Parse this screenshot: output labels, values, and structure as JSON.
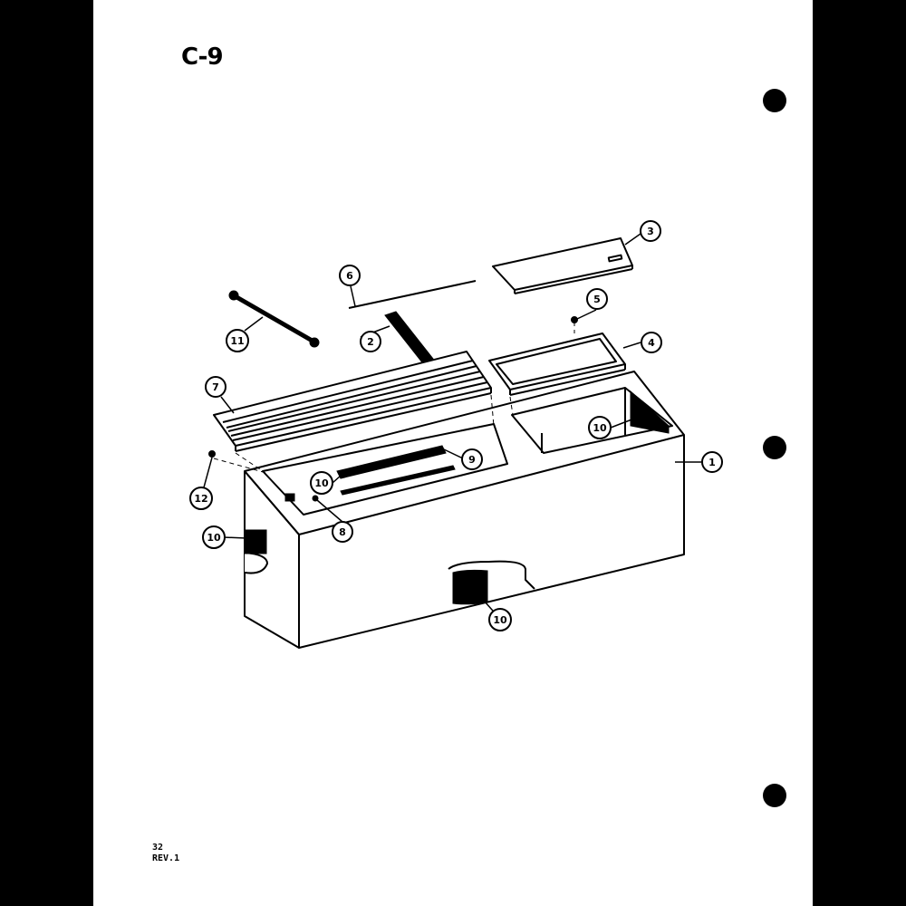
{
  "page": {
    "code": "C-9",
    "page_number": "32",
    "revision": "REV.1"
  },
  "callouts": [
    {
      "id": "c1",
      "label": "1"
    },
    {
      "id": "c2",
      "label": "2"
    },
    {
      "id": "c3",
      "label": "3"
    },
    {
      "id": "c4",
      "label": "4"
    },
    {
      "id": "c5",
      "label": "5"
    },
    {
      "id": "c6",
      "label": "6"
    },
    {
      "id": "c7",
      "label": "7"
    },
    {
      "id": "c8",
      "label": "8"
    },
    {
      "id": "c9",
      "label": "9"
    },
    {
      "id": "c10a",
      "label": "10"
    },
    {
      "id": "c10b",
      "label": "10"
    },
    {
      "id": "c10c",
      "label": "10"
    },
    {
      "id": "c10d",
      "label": "10"
    },
    {
      "id": "c11",
      "label": "11"
    },
    {
      "id": "c12",
      "label": "12"
    }
  ],
  "colors": {
    "background": "#000000",
    "sheet": "#ffffff",
    "ink": "#000000"
  }
}
